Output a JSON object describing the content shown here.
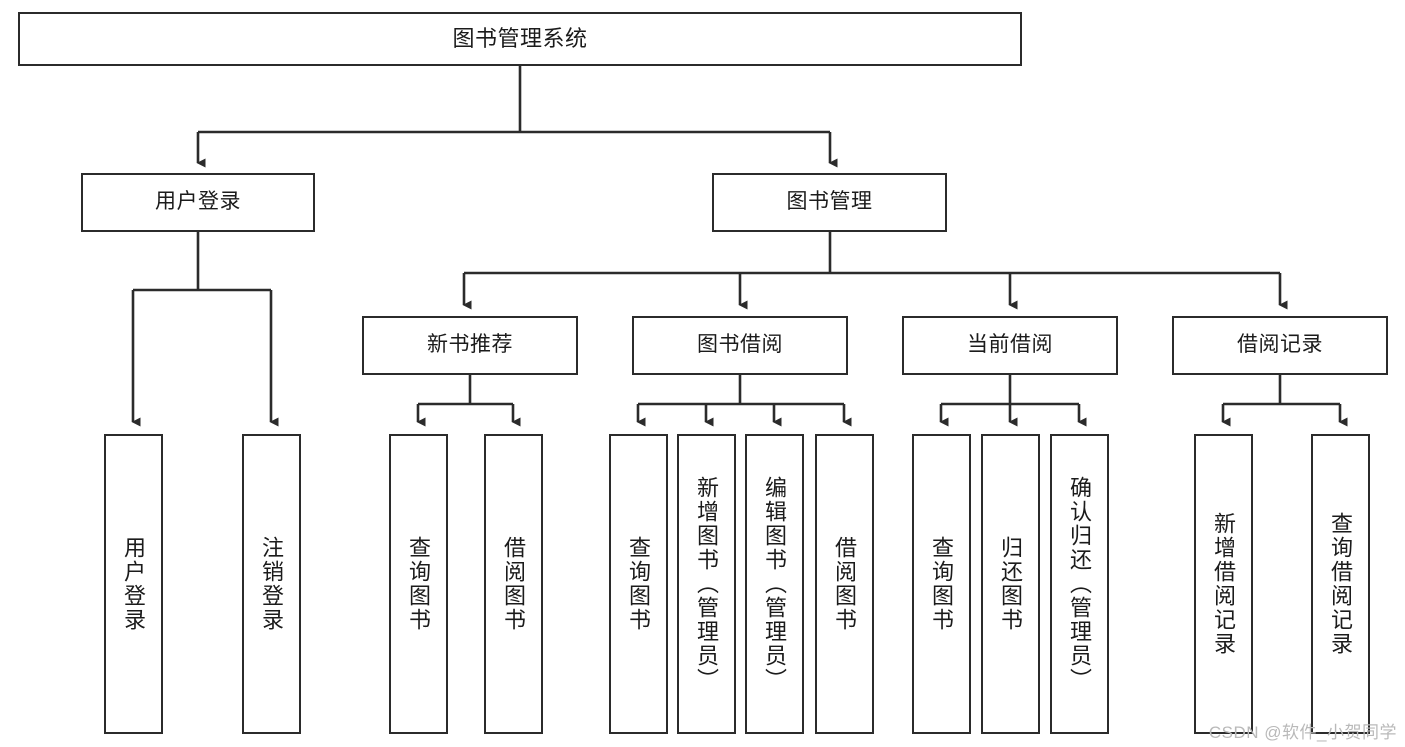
{
  "diagram": {
    "title": "图书管理系统",
    "type": "tree",
    "root": {
      "id": "root",
      "label": "图书管理系统"
    },
    "level1": [
      {
        "id": "user-login",
        "label": "用户登录"
      },
      {
        "id": "book-management",
        "label": "图书管理"
      }
    ],
    "level2": [
      {
        "id": "new-book-recommend",
        "label": "新书推荐",
        "parent": "book-management"
      },
      {
        "id": "book-borrow",
        "label": "图书借阅",
        "parent": "book-management"
      },
      {
        "id": "current-borrow",
        "label": "当前借阅",
        "parent": "book-management"
      },
      {
        "id": "borrow-record",
        "label": "借阅记录",
        "parent": "book-management"
      }
    ],
    "leaves": [
      {
        "id": "leaf-user-login",
        "label": "用户登录",
        "parent": "user-login"
      },
      {
        "id": "leaf-logout",
        "label": "注销登录",
        "parent": "user-login"
      },
      {
        "id": "leaf-query-book-1",
        "label": "查询图书",
        "parent": "new-book-recommend"
      },
      {
        "id": "leaf-borrow-book-1",
        "label": "借阅图书",
        "parent": "new-book-recommend"
      },
      {
        "id": "leaf-query-book-2",
        "label": "查询图书",
        "parent": "book-borrow"
      },
      {
        "id": "leaf-add-book",
        "label": "新增图书（管理员）",
        "parent": "book-borrow"
      },
      {
        "id": "leaf-edit-book",
        "label": "编辑图书（管理员）",
        "parent": "book-borrow"
      },
      {
        "id": "leaf-borrow-book-2",
        "label": "借阅图书",
        "parent": "book-borrow"
      },
      {
        "id": "leaf-query-book-3",
        "label": "查询图书",
        "parent": "current-borrow"
      },
      {
        "id": "leaf-return-book",
        "label": "归还图书",
        "parent": "current-borrow"
      },
      {
        "id": "leaf-confirm-return",
        "label": "确认归还（管理员）",
        "parent": "current-borrow"
      },
      {
        "id": "leaf-add-record",
        "label": "新增借阅记录",
        "parent": "borrow-record"
      },
      {
        "id": "leaf-query-record",
        "label": "查询借阅记录",
        "parent": "borrow-record"
      }
    ],
    "colors": {
      "stroke": "#2b2b2b",
      "fill": "#ffffff",
      "text": "#1b1b1b",
      "watermark": "#b9b9b9"
    }
  },
  "watermark": {
    "text": "CSDN @软件_小贺同学"
  }
}
